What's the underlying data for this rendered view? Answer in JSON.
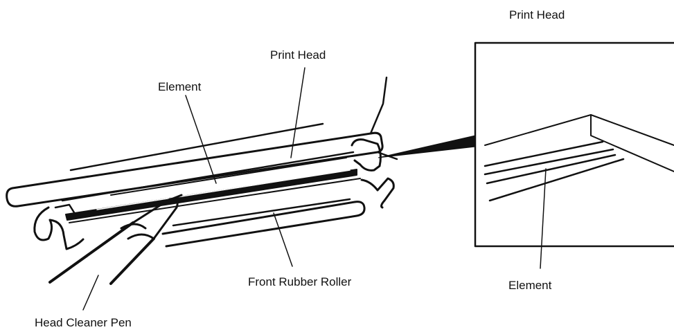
{
  "labels": {
    "print_head_inset": "Print Head",
    "print_head": "Print Head",
    "element": "Element",
    "front_rubber_roller": "Front Rubber Roller",
    "element_inset": "Element",
    "head_cleaner_pen": "Head Cleaner Pen"
  },
  "colors": {
    "ink": "#111111",
    "background": "#ffffff"
  }
}
